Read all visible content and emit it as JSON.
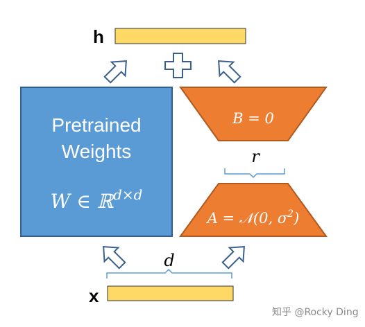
{
  "labels": {
    "h": "h",
    "x": "x"
  },
  "pretrained": {
    "line1": "Pretrained",
    "line2": "Weights",
    "formula": "W ∈ ℝ",
    "superscript": "d×d"
  },
  "matrix_b": {
    "formula": "B = 0"
  },
  "matrix_a": {
    "formula": "A = 𝒩(0, σ",
    "superscript": "2",
    "suffix": ")"
  },
  "dimensions": {
    "r": "r",
    "d": "d"
  },
  "watermark": "知乎 @Rocky Ding",
  "colors": {
    "pretrained_fill": "#5b9bd5",
    "pretrained_stroke": "#2f5f8f",
    "orange_fill": "#ed7d31",
    "orange_stroke": "#ae5a21",
    "bar_fill": "#ffd966",
    "bar_stroke": "#333333",
    "arrow_stroke": "#3a5f8a",
    "brace_stroke": "#5b9bd5"
  }
}
